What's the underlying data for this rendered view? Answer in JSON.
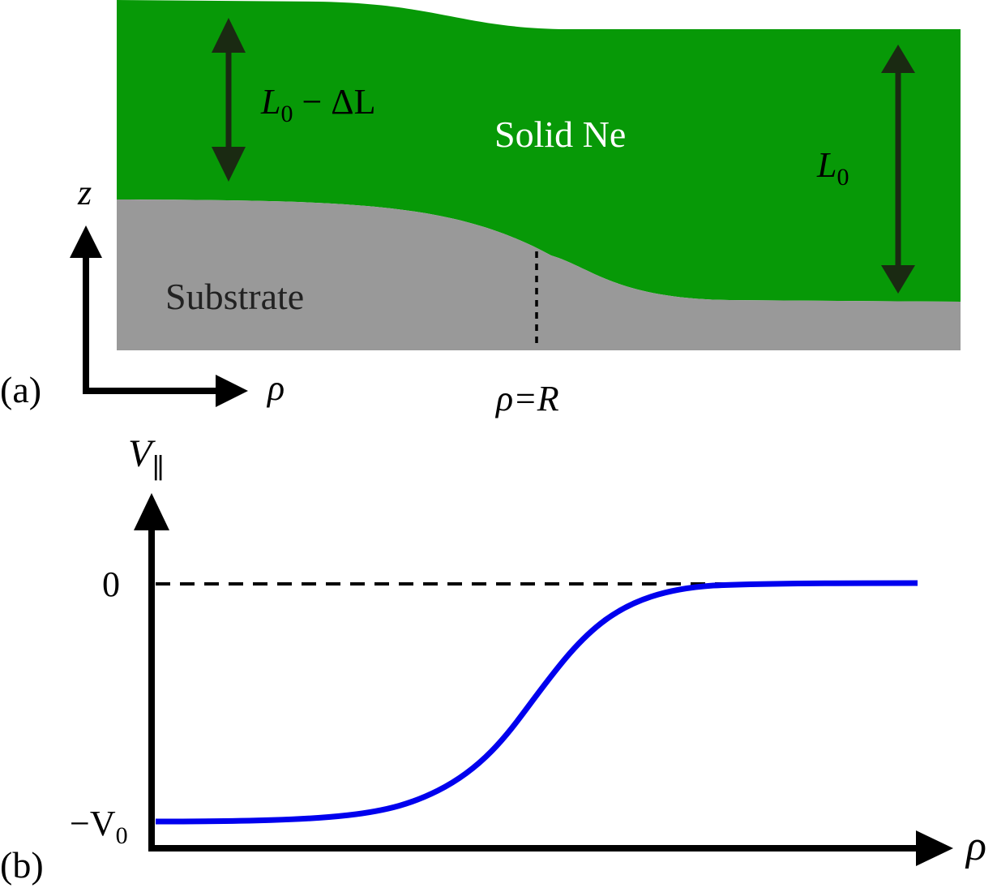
{
  "panel_a": {
    "label": "(a)",
    "material_top": "Solid Ne",
    "material_bottom": "Substrate",
    "thin_thickness_L": "L",
    "thin_thickness_sub": "0",
    "thin_thickness_rest": " − ΔL",
    "thick_thickness_L": "L",
    "thick_thickness_sub": "0",
    "axis_vertical": "z",
    "axis_horizontal": "ρ",
    "position_label": "ρ=R",
    "colors": {
      "solid_ne": "#079907",
      "substrate": "#999999",
      "arrow": "#1a2a12"
    }
  },
  "panel_b": {
    "label": "(b)",
    "y_axis_label_main": "V",
    "y_axis_label_sub": "∥",
    "x_axis_label": "ρ",
    "tick_zero": "0",
    "tick_minus_prefix": "−V",
    "tick_minus_sub": "0",
    "curve_color": "#0000ee"
  }
}
